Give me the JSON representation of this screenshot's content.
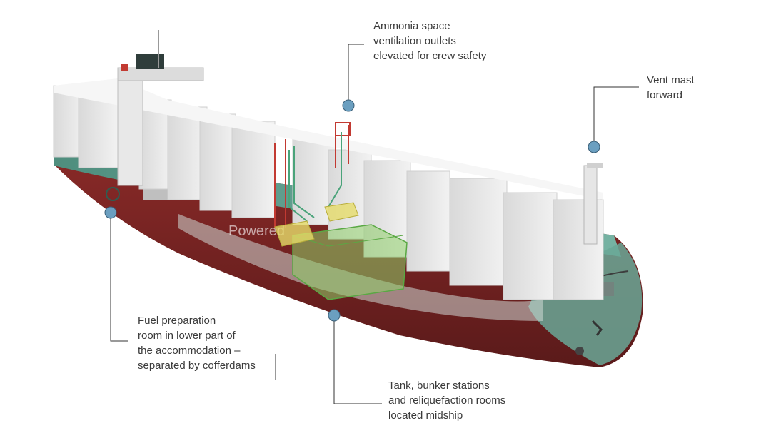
{
  "callouts": {
    "ammonia_vents": "Ammonia space\nventilation outlets\nelevated for crew safety",
    "vent_mast": "Vent mast\nforward",
    "fuel_prep": "Fuel preparation\nroom in lower part of\nthe accommodation –\nseparated by cofferdams",
    "tank_midship": "Tank, bunker stations\nand reliquefaction rooms\nlocated midship"
  },
  "hull_marking": "Powered",
  "colors": {
    "hull_green": "#5e9c8c",
    "hull_red": "#7a2424",
    "container": "#e3e3e3",
    "frame_red": "#c23a32",
    "tank_green": "#8fd06a",
    "room_yellow": "#e6dc6a",
    "marker": "#6b9fc0",
    "leader": "#333333"
  }
}
